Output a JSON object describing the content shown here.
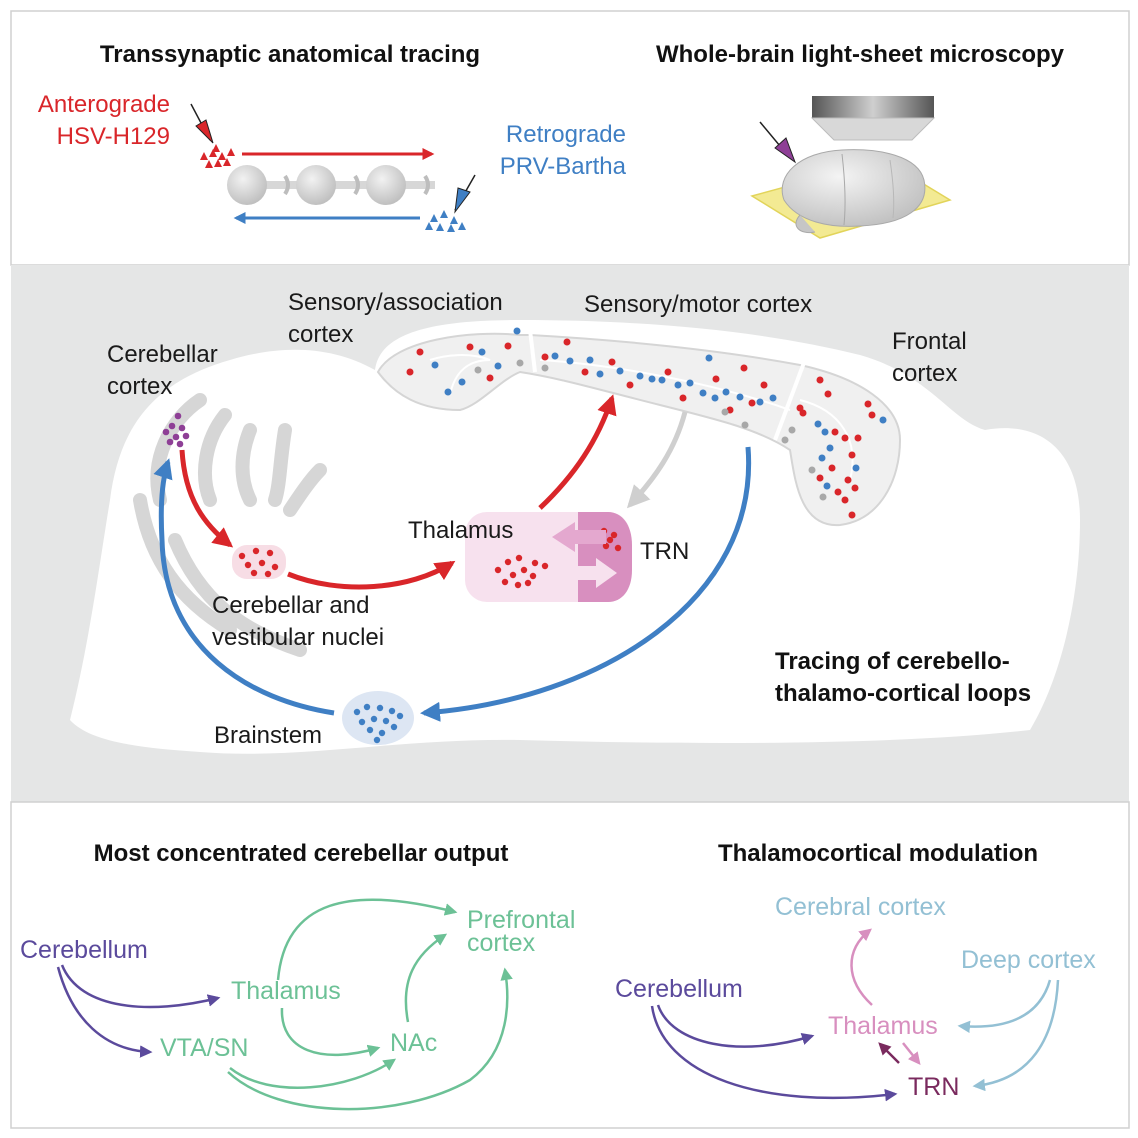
{
  "colors": {
    "red": "#d9262a",
    "blue": "#3f7fc4",
    "purple_dot": "#8e3f96",
    "grey_dot": "#a8a8a8",
    "green": "#6cc196",
    "cerebellum_purple": "#5b4a9c",
    "light_blue": "#93c0d4",
    "pink": "#d88fbf",
    "trn_dark": "#7a2a5e",
    "panel_grey": "#e5e6e6"
  },
  "panel_top": {
    "left_title": "Transsynaptic anatomical tracing",
    "right_title": "Whole-brain light-sheet microscopy",
    "anterograde": {
      "line1": "Anterograde",
      "line2": "HSV-H129"
    },
    "retrograde": {
      "line1": "Retrograde",
      "line2": "PRV-Bartha"
    }
  },
  "panel_middle": {
    "title_line1": "Tracing of cerebello-",
    "title_line2": "thalamo-cortical loops",
    "sensory_association": {
      "line1": "Sensory/association",
      "line2": "cortex"
    },
    "sensory_motor": "Sensory/motor cortex",
    "frontal": {
      "line1": "Frontal",
      "line2": "cortex"
    },
    "cerebellar_cortex": {
      "line1": "Cerebellar",
      "line2": "cortex"
    },
    "thalamus": "Thalamus",
    "trn": "TRN",
    "nuclei": {
      "line1": "Cerebellar and",
      "line2": "vestibular nuclei"
    },
    "brainstem": "Brainstem"
  },
  "panel_bottom_left": {
    "title": "Most concentrated cerebellar output",
    "cerebellum": "Cerebellum",
    "thalamus": "Thalamus",
    "vta_sn": "VTA/SN",
    "nac": "NAc",
    "prefrontal": {
      "line1": "Prefrontal",
      "line2": "cortex"
    }
  },
  "panel_bottom_right": {
    "title": "Thalamocortical modulation",
    "cerebral_cortex": "Cerebral cortex",
    "deep_cortex": "Deep cortex",
    "cerebellum": "Cerebellum",
    "thalamus": "Thalamus",
    "trn": "TRN"
  }
}
